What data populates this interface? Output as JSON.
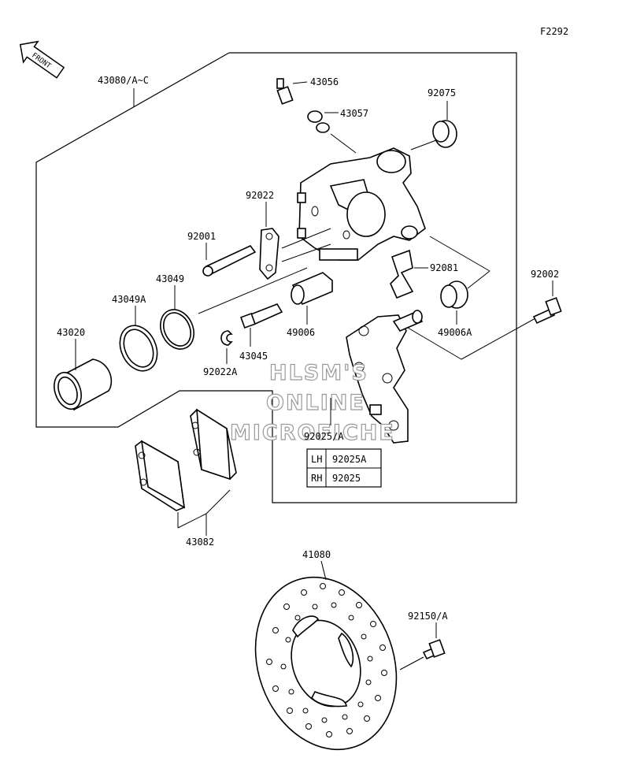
{
  "figure_code": "F2292",
  "front_arrow": "FRONT",
  "labels": {
    "p43080": "43080/A~C",
    "p43056": "43056",
    "p43057": "43057",
    "p92075": "92075",
    "p92022": "92022",
    "p92001": "92001",
    "p43049": "43049",
    "p43049A": "43049A",
    "p43020": "43020",
    "p92081": "92081",
    "p92002": "92002",
    "p49006": "49006",
    "p49006A": "49006A",
    "p43045": "43045",
    "p92022A": "92022A",
    "p92025A": "92025/A",
    "p43082": "43082",
    "p41080": "41080",
    "p92150A": "92150/A"
  },
  "side_table": {
    "rows": [
      {
        "side": "LH",
        "part": "92025A"
      },
      {
        "side": "RH",
        "part": "92025"
      }
    ]
  },
  "watermark": {
    "line1": "HLSM'S",
    "line2": "ONLINE",
    "line3": "MICROFICHE"
  }
}
